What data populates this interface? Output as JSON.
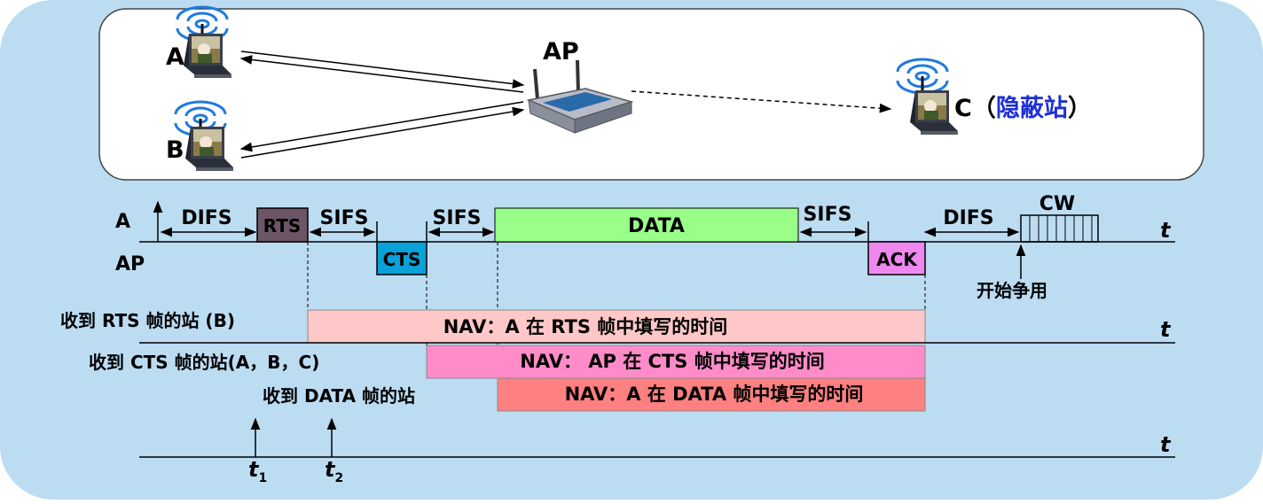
{
  "colors": {
    "background": "#bcdcf2",
    "network_box": "#ffffff",
    "rts": "#6b5566",
    "cts": "#0aa0d8",
    "data": "#99ff88",
    "ack": "#ee88ee",
    "nav_rts": "#ffc8c8",
    "nav_cts": "#ff8cc8",
    "nav_data": "#ff8080",
    "hidden_label": "#1f2fd6"
  },
  "network": {
    "station_a": "A",
    "station_b": "B",
    "ap": "AP",
    "station_c": "C",
    "hidden_open": "（",
    "hidden_label": "隐蔽站",
    "hidden_close": "）"
  },
  "timeline": {
    "row_a": "A",
    "row_ap": "AP",
    "difs_1": "DIFS",
    "rts": "RTS",
    "sifs_1": "SIFS",
    "cts": "CTS",
    "sifs_2": "SIFS",
    "data": "DATA",
    "sifs_3": "SIFS",
    "ack": "ACK",
    "difs_2": "DIFS",
    "cw": "CW",
    "contention": "开始争用",
    "t": "t"
  },
  "nav": {
    "rts_station": "收到 RTS 帧的站 (B)",
    "rts_bar": "NAV：A 在 RTS 帧中填写的时间",
    "cts_station": "收到 CTS 帧的站(A，B，C)",
    "cts_bar": "NAV： AP 在 CTS 帧中填写的时间",
    "data_station": "收到 DATA 帧的站",
    "data_bar": "NAV：A 在 DATA 帧中填写的时间"
  },
  "markers": {
    "t1": "t",
    "t1_sub": "1",
    "t2": "t",
    "t2_sub": "2"
  }
}
